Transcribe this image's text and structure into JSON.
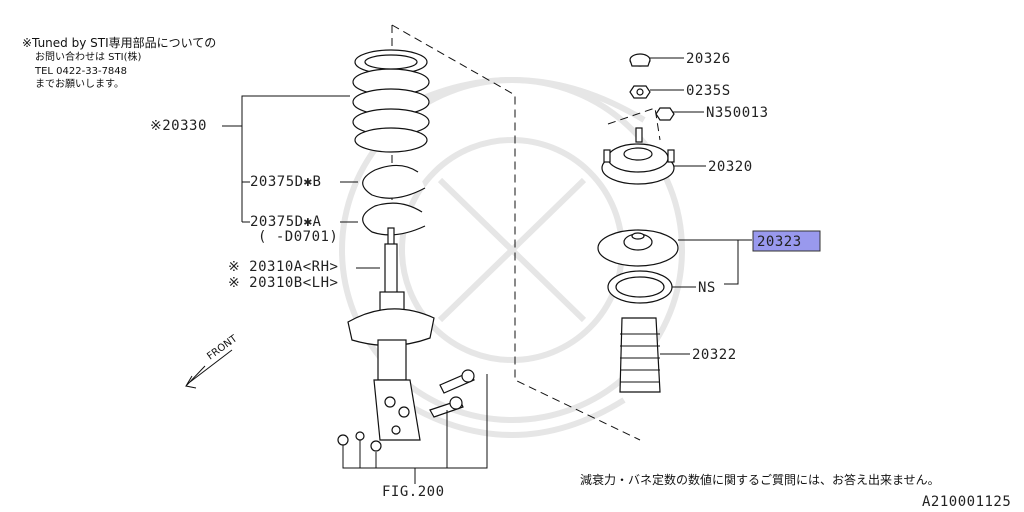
{
  "notes": {
    "sti_line1": "※Tuned by STI専用部品についての",
    "sti_line2": "お問い合わせは STI(株)",
    "sti_line3": "TEL 0422-33-7848",
    "sti_line4": "までお願いします。"
  },
  "parts": {
    "coil_spring": "※20330",
    "seat_b": "20375D✱B",
    "seat_a": "20375D✱A",
    "seat_a_note": "( -D0701)",
    "strut_rh": "※ 20310A<RH>",
    "strut_lh": "※ 20310B<LH>",
    "cap": "20326",
    "nut": "0235S",
    "nut2": "N350013",
    "mount": "20320",
    "bearing": "20323",
    "ns": "NS",
    "boot": "20322"
  },
  "front_label": "FRONT",
  "fig_ref": "FIG.200",
  "footer_note": "減衰力・バネ定数の数値に関するご質問には、お答え出来ません。",
  "diagram_id": "A210001125",
  "highlight_color": "#9999ee"
}
